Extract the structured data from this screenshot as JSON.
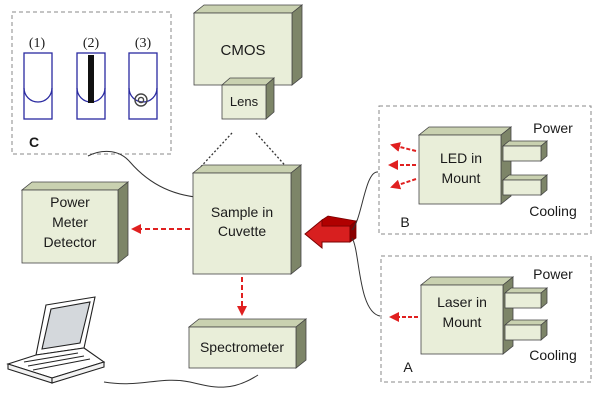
{
  "labels": {
    "cmos": "CMOS",
    "lens": "Lens",
    "sample_line1": "Sample in",
    "sample_line2": "Cuvette",
    "power_meter_line1": "Power",
    "power_meter_line2": "Meter",
    "power_meter_line3": "Detector",
    "spectrometer": "Spectrometer",
    "led_line1": "LED in",
    "led_line2": "Mount",
    "laser_line1": "Laser in",
    "laser_line2": "Mount",
    "power_b": "Power",
    "cooling_b": "Cooling",
    "power_a": "Power",
    "cooling_a": "Cooling",
    "panel_b": "B",
    "panel_a": "A",
    "panel_c": "C",
    "cuvette_1": "(1)",
    "cuvette_2": "(2)",
    "cuvette_3": "(3)"
  },
  "colors": {
    "box_face": "#e9eed9",
    "box_top": "#c9d1b0",
    "box_side": "#7d8568",
    "arrow_red": "#e02020",
    "cuvette_blue": "#2a2aa0",
    "dash_gray": "#8a8a8a"
  }
}
